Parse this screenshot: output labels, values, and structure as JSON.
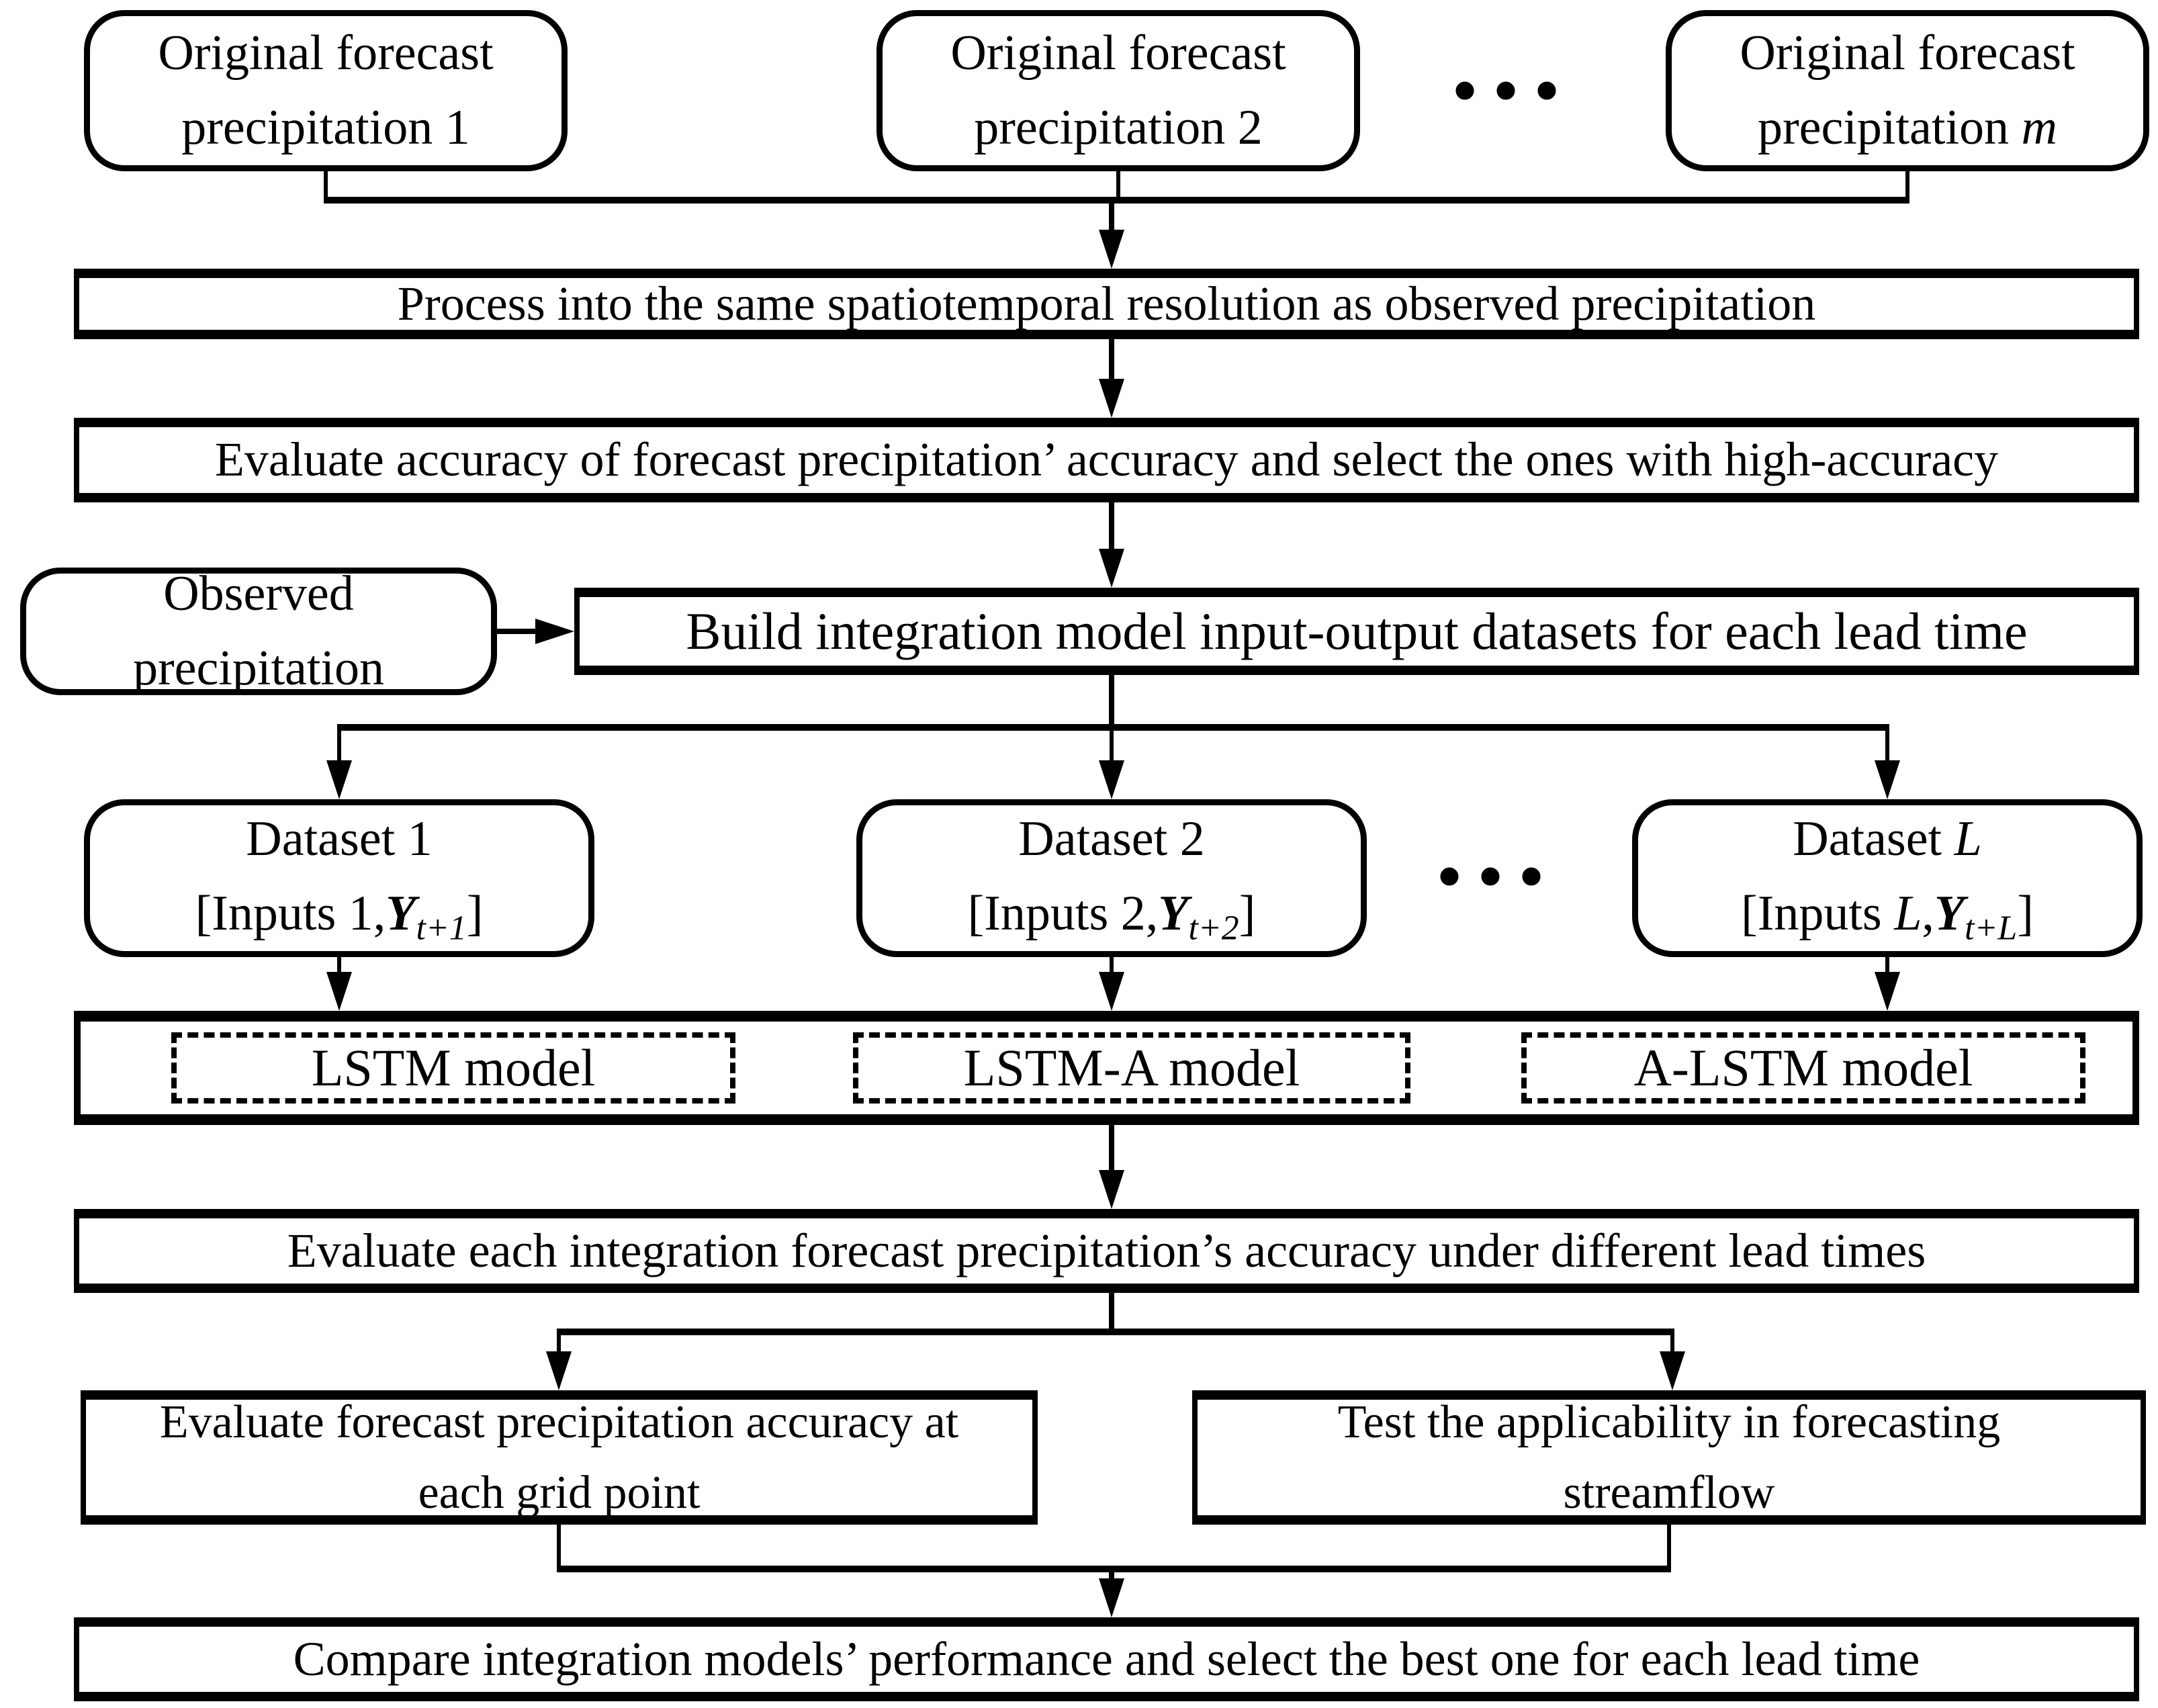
{
  "colors": {
    "line": "#000000",
    "background": "#ffffff",
    "box_fill": "#ffffff"
  },
  "nodes": {
    "forecast1": {
      "line1": "Original forecast",
      "line2": "precipitation 1"
    },
    "forecast2": {
      "line1": "Original forecast",
      "line2": "precipitation 2"
    },
    "forecastM": {
      "line1": "Original forecast",
      "line2_prefix": "precipitation ",
      "line2_var": "m"
    },
    "dots_top": "•••",
    "process": {
      "text": "Process into the same spatiotemporal resolution as observed precipitation"
    },
    "evaluate_accuracy": {
      "text": "Evaluate accuracy of forecast precipitation’ accuracy  and select the ones with high-accuracy"
    },
    "observed": {
      "line1": "Observed",
      "line2": "precipitation"
    },
    "build": {
      "text": "Build integration model input-output datasets for each lead time"
    },
    "dataset1": {
      "line1": "Dataset 1",
      "f_pre": "[Inputs 1,",
      "f_var": "Y",
      "f_sub": "t+1",
      "f_close": "]"
    },
    "dataset2": {
      "line1": "Dataset 2",
      "f_pre": "[Inputs 2,",
      "f_var": "Y",
      "f_sub": "t+2",
      "f_close": "]"
    },
    "dots_mid": "•••",
    "datasetL": {
      "line1_prefix": "Dataset ",
      "line1_var": "L",
      "f_pre": "[Inputs ",
      "f_idx": "L",
      "f_comma": ",",
      "f_var": "Y",
      "f_sub": "t+L",
      "f_close": "]"
    },
    "lstm": {
      "text": "LSTM model"
    },
    "lstm_a": {
      "text": "LSTM-A model"
    },
    "a_lstm": {
      "text": "A-LSTM model"
    },
    "evaluate_each": {
      "text": "Evaluate each integration forecast precipitation’s  accuracy under different lead times"
    },
    "evaluate_grid": {
      "line1": "Evaluate forecast precipitation accuracy at",
      "line2": "each grid point"
    },
    "test_streamflow": {
      "line1": "Test the applicability in forecasting",
      "line2": "streamflow"
    },
    "compare": {
      "text": "Compare integration models’ performance and select the best one for each lead time"
    }
  }
}
